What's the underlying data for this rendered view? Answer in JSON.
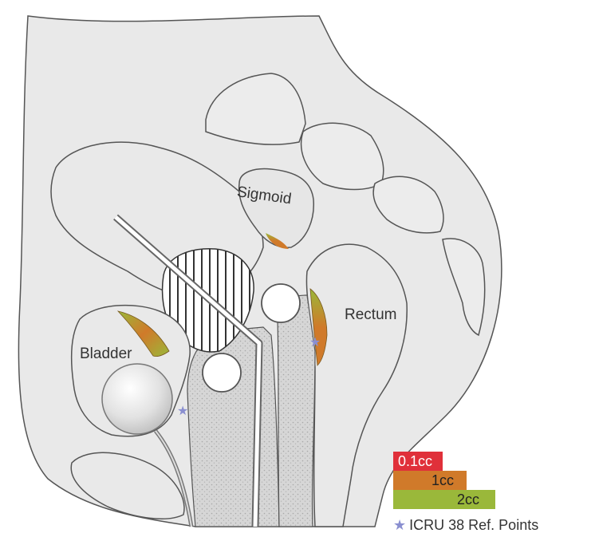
{
  "labels": {
    "sigmoid": "Sigmoid",
    "rectum": "Rectum",
    "bladder": "Bladder"
  },
  "legend": {
    "items": [
      {
        "label": "0.1cc",
        "color": "#e0303a"
      },
      {
        "label": "1cc",
        "color": "#d07a2a"
      },
      {
        "label": "2cc",
        "color": "#9ab83a"
      }
    ],
    "footnote": "ICRU 38 Ref. Points",
    "footnote_symbol": "★"
  }
}
